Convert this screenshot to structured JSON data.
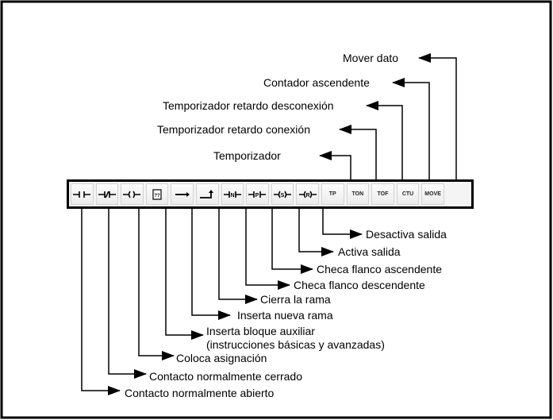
{
  "toolbar": {
    "buttons": [
      {
        "name": "contact-no-button",
        "icon": "contact-no-icon",
        "text": ""
      },
      {
        "name": "contact-nc-button",
        "icon": "contact-nc-icon",
        "text": ""
      },
      {
        "name": "coil-button",
        "icon": "coil-icon",
        "text": ""
      },
      {
        "name": "empty-box-button",
        "icon": "empty-box-icon",
        "text": "??"
      },
      {
        "name": "open-branch-button",
        "icon": "open-branch-icon",
        "text": ""
      },
      {
        "name": "close-branch-button",
        "icon": "close-branch-icon",
        "text": ""
      },
      {
        "name": "n-contact-button",
        "icon": "n-contact-icon",
        "text": "N"
      },
      {
        "name": "p-contact-button",
        "icon": "p-contact-icon",
        "text": "P"
      },
      {
        "name": "set-coil-button",
        "icon": "set-coil-icon",
        "text": "S"
      },
      {
        "name": "reset-coil-button",
        "icon": "reset-coil-icon",
        "text": "R"
      },
      {
        "name": "tp-button",
        "icon": "",
        "text": "TP"
      },
      {
        "name": "ton-button",
        "icon": "",
        "text": "TON"
      },
      {
        "name": "tof-button",
        "icon": "",
        "text": "TOF"
      },
      {
        "name": "ctu-button",
        "icon": "",
        "text": "CTU"
      },
      {
        "name": "move-button",
        "icon": "",
        "text": "MOVE"
      }
    ]
  },
  "labels_above": {
    "move": "Mover  dato",
    "ctu": "Contador ascendente",
    "tof": "Temporizador retardo desconexión",
    "ton": "Temporizador retardo conexión",
    "tp": "Temporizador"
  },
  "labels_below": {
    "reset": "Desactiva salida",
    "set": "Activa salida",
    "p_contact": "Checa flanco ascendente",
    "n_contact": "Checa flanco descendente",
    "close_branch": "Cierra la rama",
    "open_branch": "Inserta nueva rama",
    "box_line1": "Inserta bloque auxiliar",
    "box_line2": "(instrucciones básicas y avanzadas)",
    "coil": "Coloca asignación",
    "contact_nc": "Contacto normalmente cerrado",
    "contact_no": "Contacto normalmente abierto"
  }
}
